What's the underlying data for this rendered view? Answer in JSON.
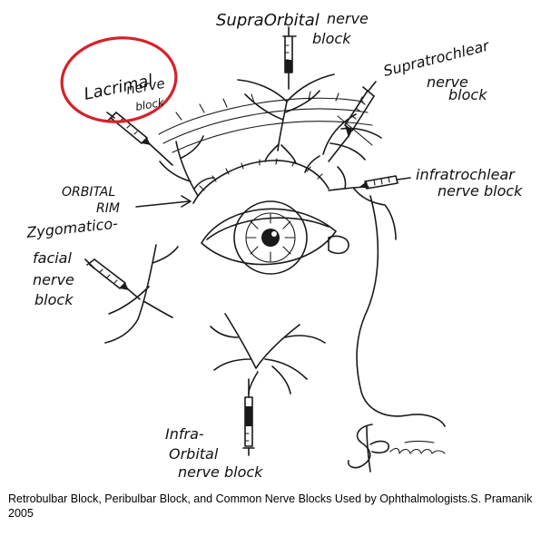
{
  "labels": {
    "supraorbital_line1": "SupraOrbital",
    "supraorbital_line2": "nerve",
    "supraorbital_line3": "block",
    "supratrochlear_line1": "Supratrochlear",
    "supratrochlear_line2": "nerve",
    "supratrochlear_line3": "block",
    "lacrimal_line1": "Lacrimal",
    "lacrimal_line2": "nerve",
    "lacrimal_line3": "block",
    "orbital_rim_line1": "ORBITAL",
    "orbital_rim_line2": "RIM",
    "infratrochlear_line1": "infratrochlear",
    "infratrochlear_line2": "nerve block",
    "zygomatico_line1": "Zygomatico-",
    "zygomatico_line2": "facial",
    "zygomatico_line3": "nerve",
    "zygomatico_line4": "block",
    "infraorbital_line1": "Infra-",
    "infraorbital_line2": "Orbital",
    "infraorbital_line3": "nerve block"
  },
  "signature": "SPramanik",
  "caption": "Retrobulbar Block, Peribulbar Block, and Common Nerve Blocks Used by Ophthalmologists.S. Pramanik 2005",
  "colors": {
    "ink": "#1a1a1a",
    "highlight_circle": "#d6212a",
    "background": "#ffffff"
  }
}
